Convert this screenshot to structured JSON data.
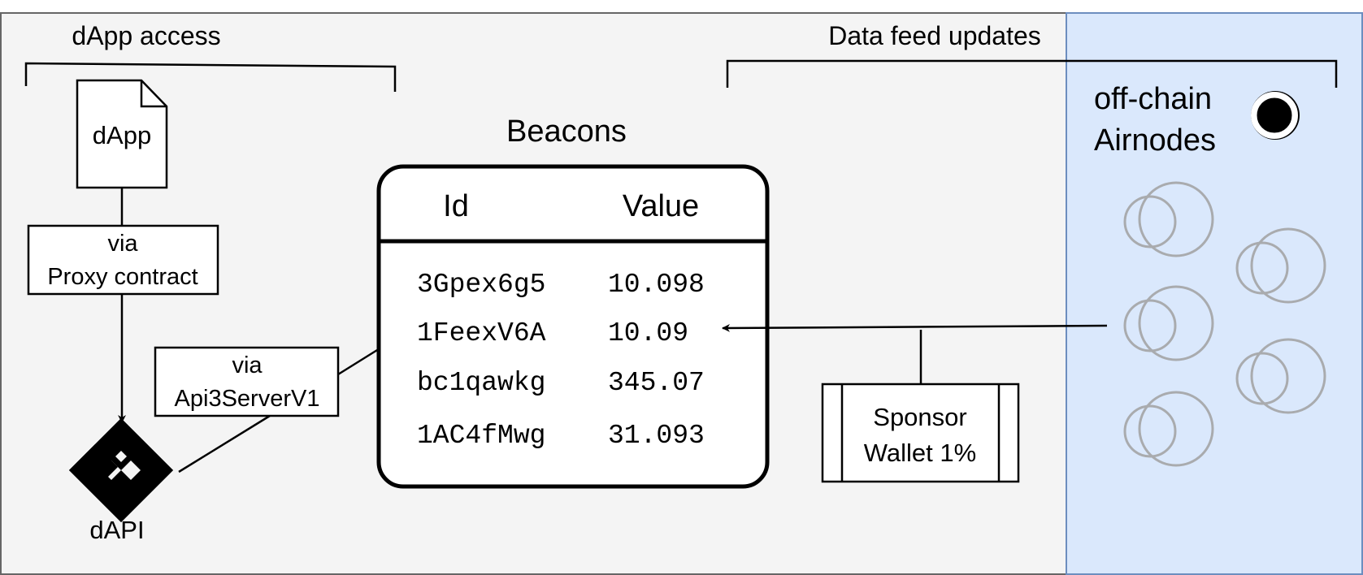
{
  "sections": {
    "dapp_access": "dApp access",
    "data_feed_updates": "Data feed updates"
  },
  "dapp": {
    "label": "dApp"
  },
  "proxy_box": {
    "line1": "via",
    "line2": "Proxy contract"
  },
  "server_box": {
    "line1": "via",
    "line2": "Api3ServerV1"
  },
  "dapi": {
    "label": "dAPI"
  },
  "beacons": {
    "title": "Beacons",
    "columns": [
      "Id",
      "Value"
    ],
    "rows": [
      {
        "id": "3Gpex6g5",
        "value": "10.098"
      },
      {
        "id": "1FeexV6A",
        "value": "10.09"
      },
      {
        "id": "bc1qawkg",
        "value": "345.07"
      },
      {
        "id": "1AC4fMwg",
        "value": "31.093"
      }
    ]
  },
  "sponsor": {
    "line1": "Sponsor",
    "line2": "Wallet 1%"
  },
  "offchain": {
    "line1": "off-chain",
    "line2": "Airnodes"
  },
  "colors": {
    "background": "#f4f4f4",
    "offchain_panel": "#dae8fc",
    "offchain_border": "#6c8ebf",
    "airnode_icon": "#a9abae",
    "border": "#666666"
  }
}
